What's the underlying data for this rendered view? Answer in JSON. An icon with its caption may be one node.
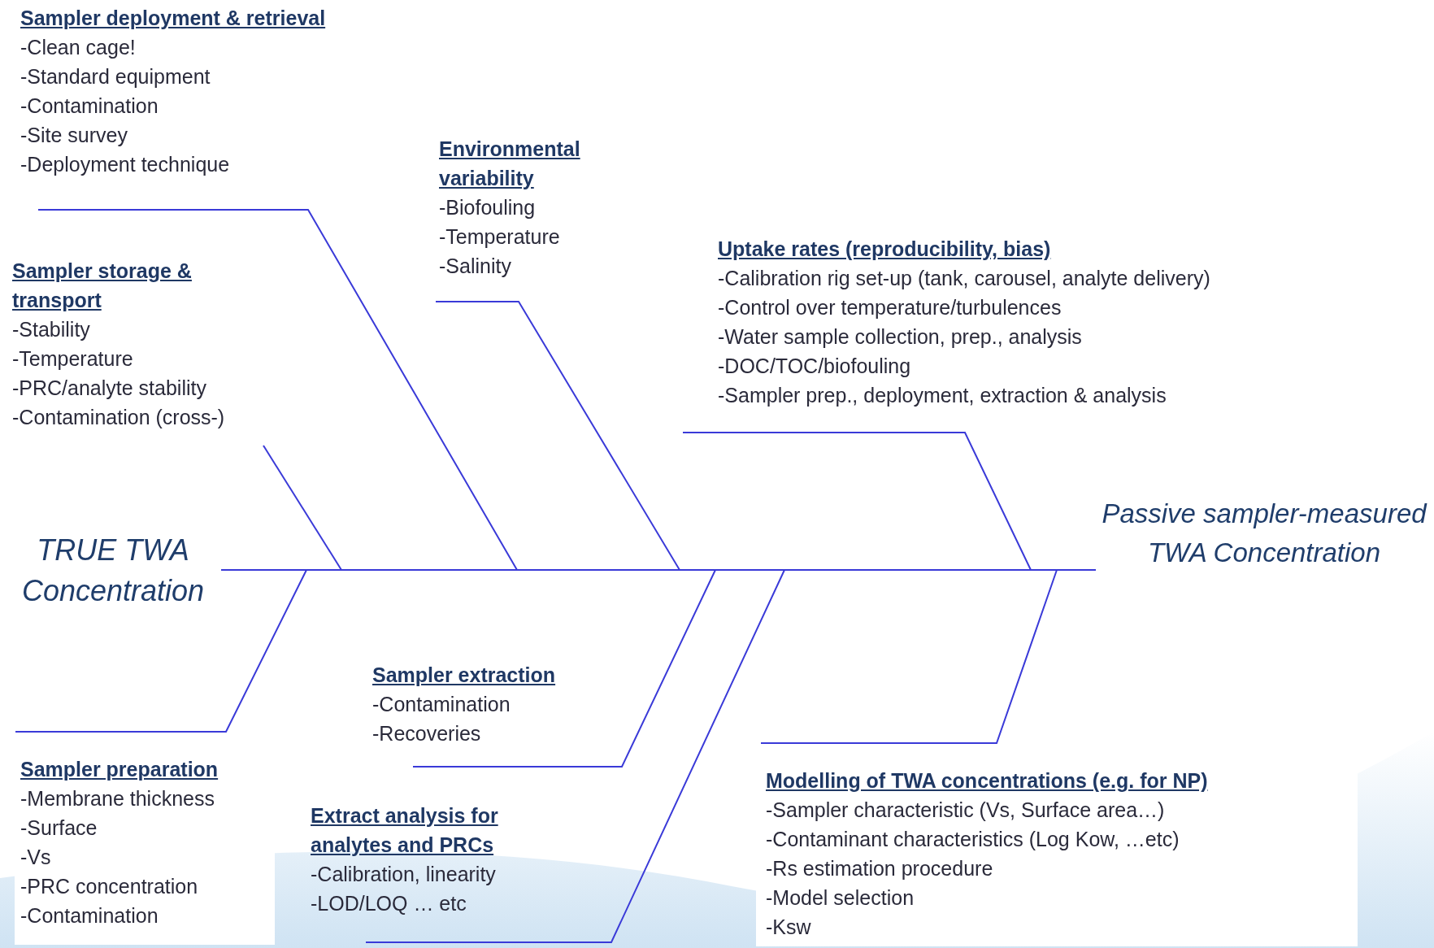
{
  "diagram": {
    "nodes": [
      {
        "text": [
          "TRUE TWA Concentration"
        ]
      },
      {
        "text": [
          "Passive sampler-measured TWA Concentration"
        ]
      },
      {
        "text": [
          "Sampler deployment & retrieval",
          "-Clean cage!",
          "-Standard equipment",
          "-Contamination",
          "-Site survey",
          "-Deployment technique"
        ]
      },
      {
        "text": [
          "Environmental variability",
          "-Biofouling",
          "-Temperature",
          "-Salinity"
        ]
      },
      {
        "text": [
          "Sampler storage & transport",
          "-Stability",
          "-Temperature",
          "-PRC/analyte stability",
          "-Contamination (cross-)"
        ]
      },
      {
        "text": [
          "Uptake rates (reproducibility, bias)",
          "-Calibration rig set-up (tank, carousel, analyte delivery)",
          "-Control over temperature/turbulences",
          "-Water sample collection, prep., analysis",
          "-DOC/TOC/biofouling",
          "-Sampler prep., deployment, extraction & analysis"
        ]
      },
      {
        "text": [
          "Sampler extraction",
          "-Contamination",
          "-Recoveries"
        ]
      },
      {
        "text": [
          "Sampler preparation",
          "-Membrane thickness",
          "-Surface",
          "-Vs",
          "-PRC concentration",
          "-Contamination"
        ]
      },
      {
        "text": [
          "Extract analysis for analytes and PRCs",
          "-Calibration, linearity",
          "-LOD/LOQ … etc"
        ]
      },
      {
        "text": [
          "Modelling of TWA concentrations (e.g. for NP)",
          "-Sampler characteristic (Vs, Surface area…)",
          "-Contaminant characteristics (Log Kow, …etc)",
          "-Rs estimation procedure",
          "-Model selection",
          "-Ksw"
        ]
      }
    ],
    "edges": [
      {
        "from": 0,
        "to": 1,
        "arrow": "none"
      },
      {
        "from": 2,
        "to": null,
        "arrow": "none"
      },
      {
        "from": 3,
        "to": null,
        "arrow": "none"
      },
      {
        "from": 4,
        "to": null,
        "arrow": "none"
      },
      {
        "from": 5,
        "to": null,
        "arrow": "none"
      },
      {
        "from": 6,
        "to": null,
        "arrow": "none"
      },
      {
        "from": 7,
        "to": null,
        "arrow": "none"
      },
      {
        "from": 8,
        "to": null,
        "arrow": "none"
      },
      {
        "from": 9,
        "to": null,
        "arrow": "none"
      }
    ]
  }
}
